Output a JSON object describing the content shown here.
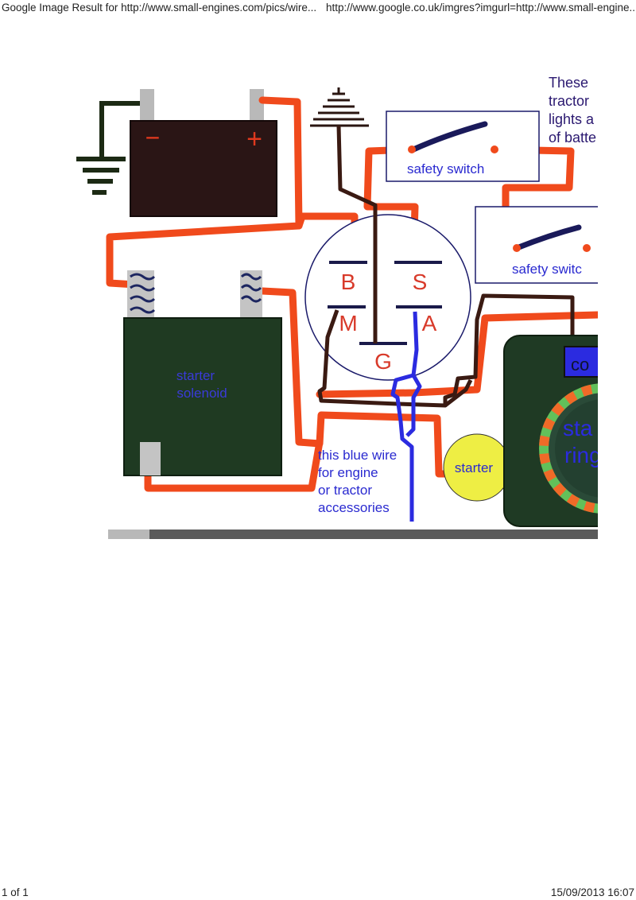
{
  "print_header": {
    "left": "Google Image Result for http://www.small-engines.com/pics/wire...",
    "right": "http://www.google.co.uk/imgres?imgurl=http://www.small-engine..."
  },
  "print_footer": {
    "page": "1 of 1",
    "timestamp": "15/09/2013 16:07"
  },
  "diagram": {
    "battery": {
      "minus": "−",
      "plus": "+"
    },
    "ignition_switch": {
      "terminal_b": "B",
      "terminal_s": "S",
      "terminal_m": "M",
      "terminal_a": "A",
      "terminal_g": "G"
    },
    "safety_switch_1": "safety switch",
    "safety_switch_2": "safety switc",
    "solenoid": {
      "line1": "starter",
      "line2": "solenoid"
    },
    "starter": "starter",
    "blue_wire_note": [
      "this blue wire",
      "for engine",
      "or tractor",
      "accessories"
    ],
    "top_note": [
      "These",
      "tractor",
      "lights a",
      "of batte"
    ],
    "coil": "co",
    "ring": {
      "line1": "sta",
      "line2": "ring"
    },
    "colors": {
      "red_wire": "#f04a1c",
      "black_wire": "#3a1a12",
      "blue_wire": "#2b2be0",
      "battery_body": "#2a1515",
      "solenoid_body": "#1f3a22",
      "starter_fill": "#eeee44",
      "text_blue": "#2a2ad0",
      "text_red": "#d83a2a"
    }
  }
}
